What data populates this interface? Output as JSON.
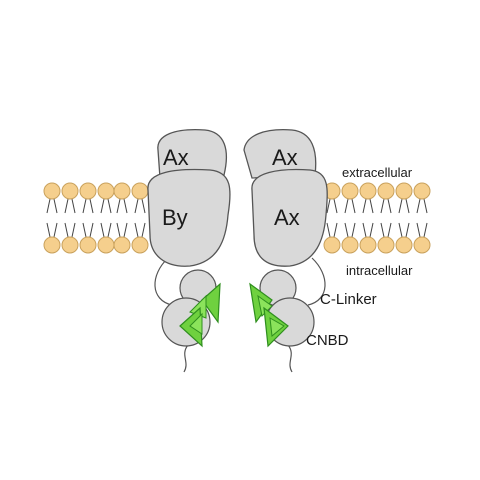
{
  "labels": {
    "left_subunit_top": "Ax",
    "left_subunit_front": "By",
    "right_subunit_top": "Ax",
    "right_subunit_front": "Ax",
    "extracellular": "extracellular",
    "intracellular": "intracellular",
    "c_linker": "C-Linker",
    "cnbd": "CNBD"
  },
  "colors": {
    "lipid_head": "#f5cf8d",
    "lipid_head_stroke": "#c9a15c",
    "protein_fill": "#d9d9d9",
    "protein_stroke": "#555555",
    "ligand_green": "#6fd13f",
    "ligand_stroke": "#2f8f1e"
  },
  "icons": [
    "lipid-bilayer-icon",
    "ligand-triangle-icon"
  ]
}
